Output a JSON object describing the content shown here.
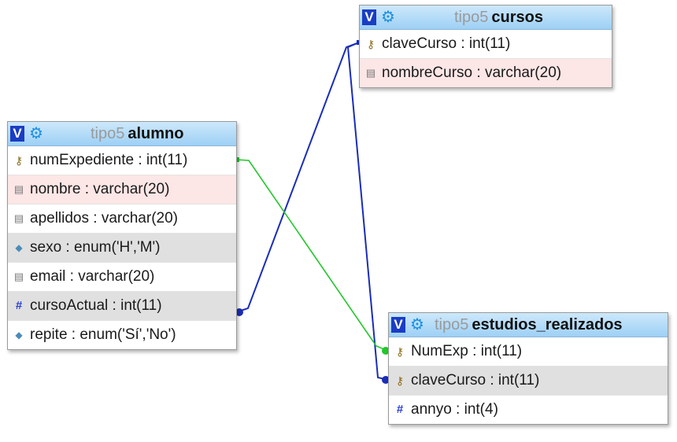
{
  "colors": {
    "header_gradient_top": "#cde8fb",
    "header_gradient_bottom": "#9dd0f5",
    "row_pink": "#fce6e6",
    "row_grey": "#e0e0e0",
    "relation_blue": "#1a2db8",
    "relation_green": "#22c72a"
  },
  "toggle_label": "V",
  "tables": {
    "cursos": {
      "db": "tipo5",
      "name": "cursos",
      "columns": [
        {
          "text": "claveCurso : int(11)",
          "icon": "key-icon"
        },
        {
          "text": "nombreCurso : varchar(20)",
          "icon": "text-field-icon"
        }
      ]
    },
    "alumno": {
      "db": "tipo5",
      "name": "alumno",
      "columns": [
        {
          "text": "numExpediente : int(11)",
          "icon": "key-icon"
        },
        {
          "text": "nombre : varchar(20)",
          "icon": "text-field-icon"
        },
        {
          "text": "apellidos : varchar(20)",
          "icon": "text-field-icon"
        },
        {
          "text": "sexo : enum('H','M')",
          "icon": "enum-icon"
        },
        {
          "text": "email : varchar(20)",
          "icon": "text-field-icon"
        },
        {
          "text": "cursoActual : int(11)",
          "icon": "numeric-field-icon"
        },
        {
          "text": "repite : enum('Sí','No')",
          "icon": "enum-icon"
        }
      ]
    },
    "estudios": {
      "db": "tipo5",
      "name": "estudios_realizados",
      "columns": [
        {
          "text": "NumExp : int(11)",
          "icon": "key-icon"
        },
        {
          "text": "claveCurso : int(11)",
          "icon": "key-icon"
        },
        {
          "text": "annyo : int(4)",
          "icon": "numeric-field-icon"
        }
      ]
    }
  },
  "relations": [
    {
      "from": "alumno.cursoActual",
      "to": "cursos.claveCurso",
      "color": "#1a2db8"
    },
    {
      "from": "estudios_realizados.claveCurso",
      "to": "cursos.claveCurso",
      "color": "#1a2db8"
    },
    {
      "from": "alumno.numExpediente",
      "to": "estudios_realizados.NumExp",
      "color": "#22c72a"
    }
  ]
}
